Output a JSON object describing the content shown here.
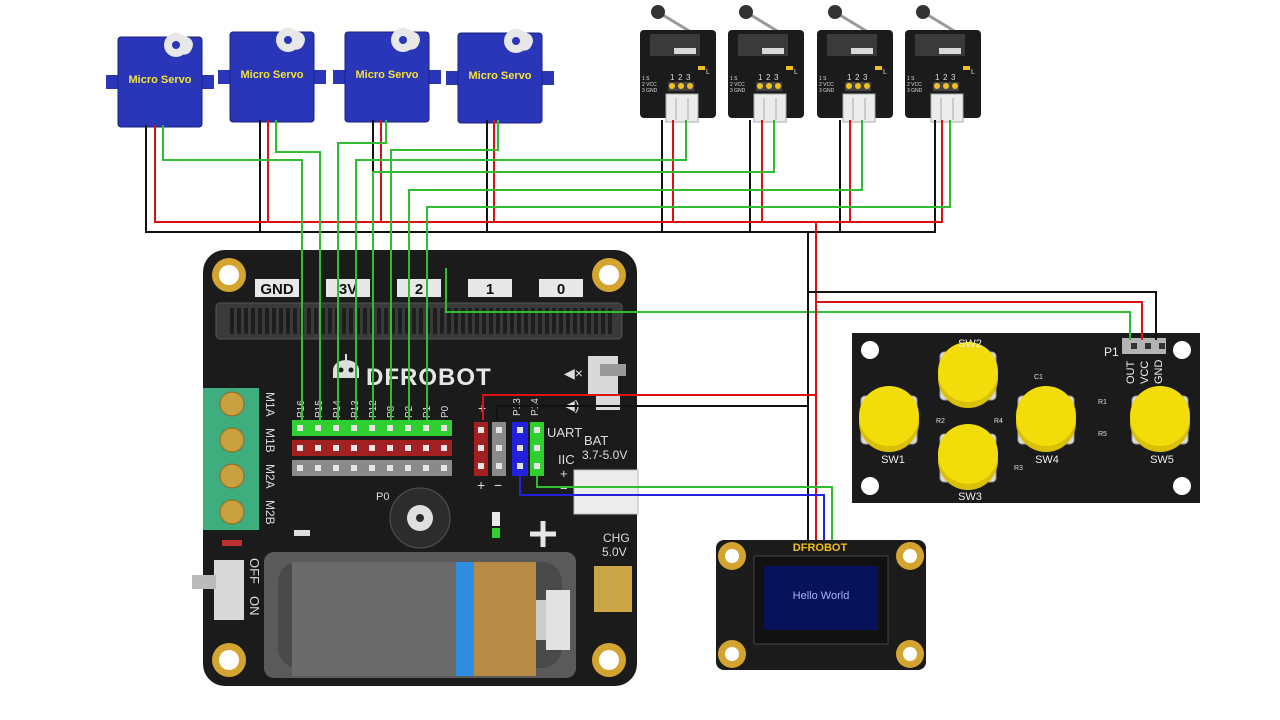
{
  "servos": [
    {
      "label": "Micro Servo"
    },
    {
      "label": "Micro Servo"
    },
    {
      "label": "Micro Servo"
    },
    {
      "label": "Micro Servo"
    }
  ],
  "switch_module": {
    "pin_nums": [
      "1",
      "2",
      "3"
    ],
    "pin_names": [
      "1 S",
      "2 VCC",
      "3 GND"
    ],
    "led": "L"
  },
  "board": {
    "brand": "DFROBOT",
    "edge_labels": [
      "GND",
      "3V",
      "2",
      "1",
      "0"
    ],
    "gpio_labels": [
      "P16",
      "P15",
      "P14",
      "P13",
      "P12",
      "P8",
      "P2",
      "P1",
      "P0"
    ],
    "mid_labels": [
      "P13",
      "P14"
    ],
    "uart": "UART",
    "iic": "IIC",
    "bat": "BAT",
    "bat_range": "3.7-5.0V",
    "motor_labels": [
      "M1A",
      "M1B",
      "M2A",
      "M2B"
    ],
    "buzzer": "P0",
    "off": "OFF",
    "on": "ON",
    "chg": "CHG",
    "chg_v": "5.0V",
    "plus": "+",
    "minus": "−"
  },
  "keypad": {
    "header": "P1",
    "pins": [
      "OUT",
      "VCC",
      "GND"
    ],
    "buttons": [
      "SW1",
      "SW2",
      "SW3",
      "SW4",
      "SW5"
    ],
    "parts": [
      "C1",
      "R1",
      "R2",
      "R3",
      "R4",
      "R5"
    ]
  },
  "oled": {
    "brand": "DFROBOT",
    "text": "Hello World"
  },
  "colors": {
    "signal": "#33bb33",
    "vcc": "#dd1111",
    "gnd": "#111111",
    "data": "#2222dd",
    "servo": "#2a36b8",
    "servo_text": "#f4e23a",
    "board": "#1b1b1b",
    "button": "#f2dc0a",
    "terminal": "#3fae7e",
    "gold": "#d4a430"
  }
}
